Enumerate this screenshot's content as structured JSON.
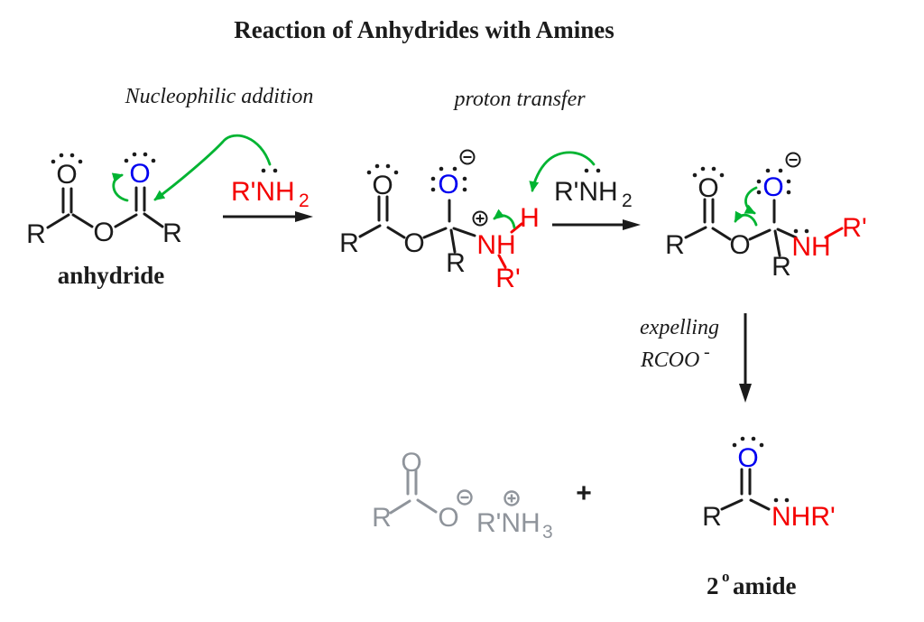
{
  "colors": {
    "ink": "#1b1b1b",
    "red": "#f40000",
    "blue": "#0000f0",
    "green": "#00b432",
    "gray": "#8f949b"
  },
  "title": "Reaction of Anhydrides with Amines",
  "annotations": {
    "step1": "Nucleophilic addition",
    "step2": "proton transfer",
    "expelling_word": "expelling",
    "expelling_formula": "RCOO",
    "expelling_charge": "-"
  },
  "atoms": {
    "r": "R",
    "o": "O",
    "h": "H",
    "nh": "NH",
    "r_prime": "R'",
    "nhr_prime": "NHR'"
  },
  "amine": {
    "main": "R'NH",
    "sub": "2"
  },
  "ammonium": {
    "main": "R'NH",
    "sub": "3"
  },
  "molecule_labels": {
    "anhydride": "anhydride",
    "amide_number": "2",
    "amide_sup": "o",
    "amide_word": "amide"
  },
  "operators": {
    "plus": "+"
  }
}
